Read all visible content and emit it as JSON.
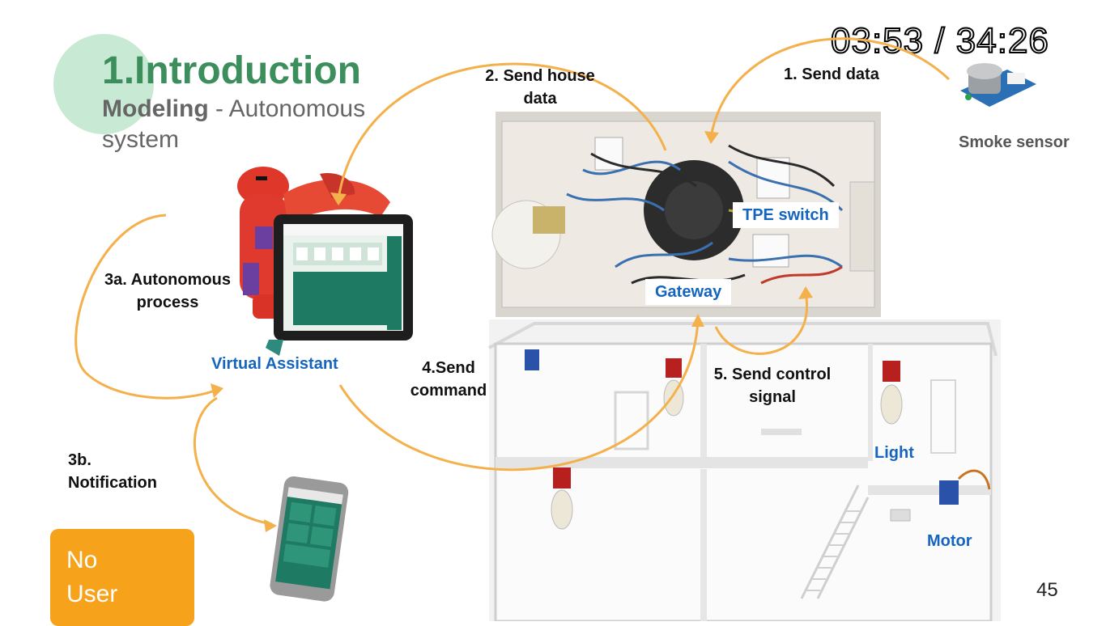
{
  "slide": {
    "title": "1.Introduction",
    "subtitle_bold": "Modeling",
    "subtitle_rest": " - Autonomous system",
    "page_number": "45"
  },
  "video": {
    "timecode": "03:53 / 34:26"
  },
  "labels": {
    "send_house_data": "2. Send house data",
    "send_data": "1. Send data",
    "smoke_sensor": "Smoke sensor",
    "tpe_switch": "TPE switch",
    "gateway": "Gateway",
    "autonomous_process": "3a. Autonomous process",
    "virtual_assistant": "Virtual Assistant",
    "send_command": "4.Send command",
    "send_control_signal": "5. Send control signal",
    "notification": "3b. Notification",
    "light": "Light",
    "motor": "Motor",
    "no_user": "No User"
  },
  "colors": {
    "arrow": "#f4b04a",
    "title": "#3c8f5c",
    "accent_blue": "#1565c0",
    "badge": "#f7a21b"
  },
  "icons": [
    "robot-icon",
    "tablet-icon",
    "phone-icon",
    "smoke-sensor-icon"
  ]
}
